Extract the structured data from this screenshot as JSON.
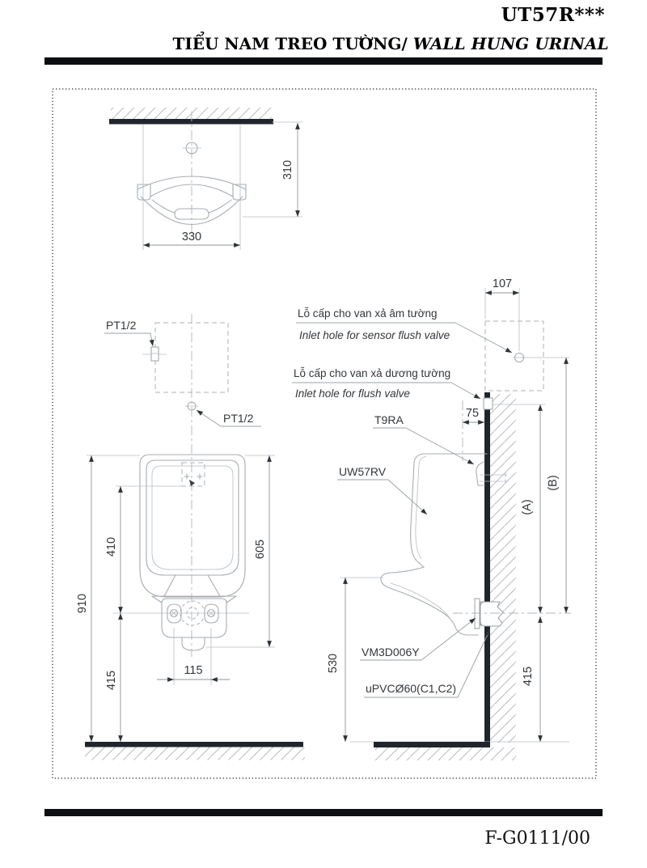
{
  "header": {
    "model": "UT57R***",
    "title_vi": "TIỂU NAM TREO TƯỜNG/",
    "title_en": " WALL HUNG URINAL"
  },
  "footer": {
    "doc_number": "F-G0111/00"
  },
  "top_view": {
    "width": "330",
    "depth": "310"
  },
  "install": {
    "inlet_top": "PT1/2",
    "inlet_front": "PT1/2"
  },
  "front_view": {
    "overall_height": "910",
    "inlet_to_outlet": "410",
    "outlet_to_floor": "415",
    "bolt_spacing": "115",
    "body_height": "605"
  },
  "side_view": {
    "sensor_inlet_offset": "107",
    "valve_centre_offset": "75",
    "dim_a": "(A)",
    "dim_b": "(B)",
    "outlet_to_floor": "415",
    "rim_height": "530",
    "notes": {
      "sensor_inlet_vi": "Lỗ cấp cho van xả âm tường",
      "sensor_inlet_en": "Inlet hole for sensor flush valve",
      "flush_inlet_vi": "Lỗ cấp cho van xả dương tường",
      "flush_inlet_en": "Inlet hole for flush valve",
      "bracket": "T9RA",
      "urinal_model": "UW57RV",
      "outlet_socket": "VM3D006Y",
      "drain_pipe": "uPVCØ60(C1,C2)"
    }
  }
}
